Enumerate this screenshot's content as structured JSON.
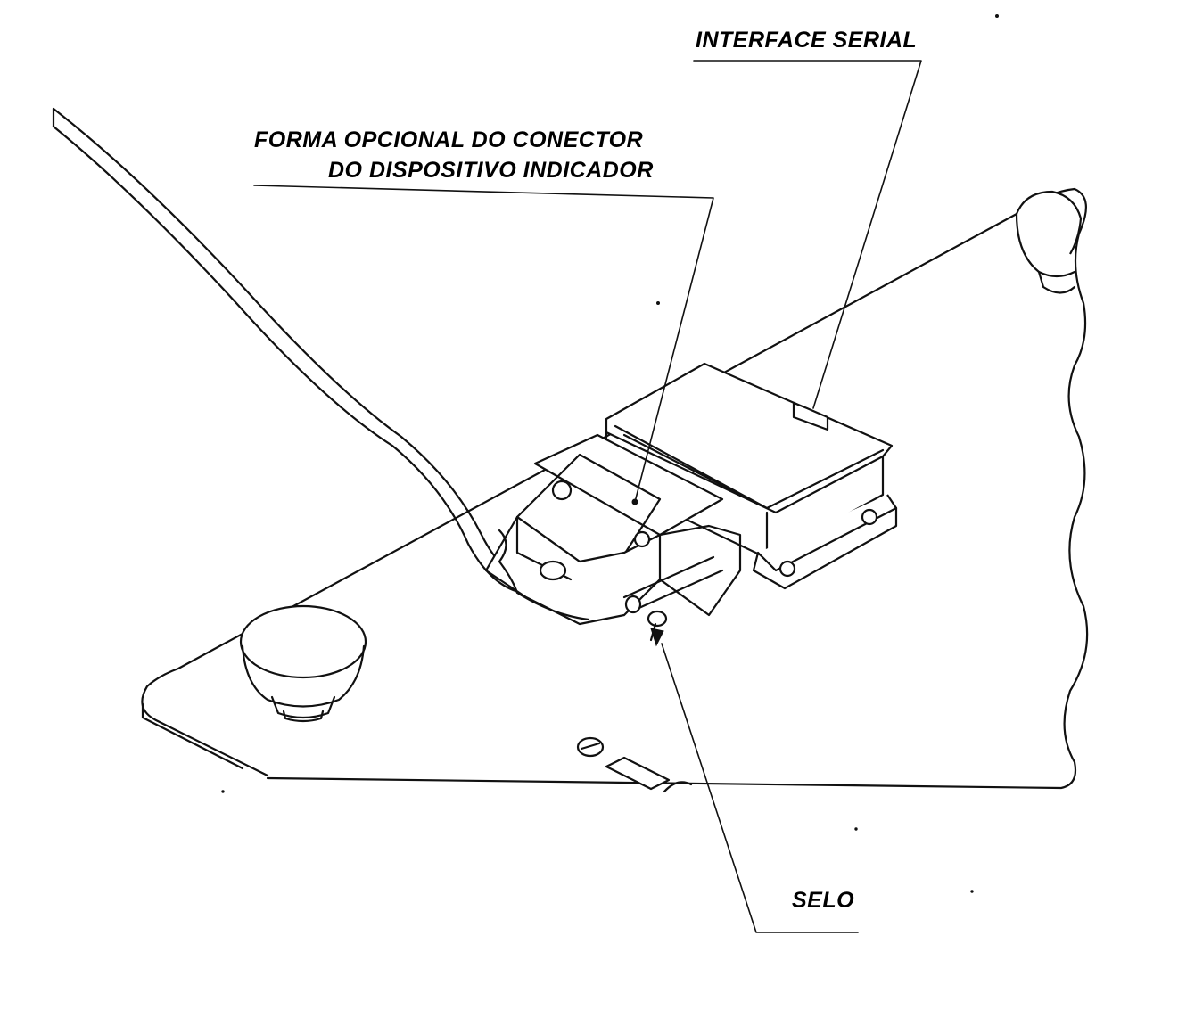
{
  "labels": {
    "serial_interface": "INTERFACE SERIAL",
    "optional_connector_line1": "FORMA OPCIONAL DO CONECTOR",
    "optional_connector_line2": "DO DISPOSITIVO INDICADOR",
    "seal": "SELO"
  },
  "colors": {
    "ink": "#111111",
    "background": "#ffffff"
  }
}
